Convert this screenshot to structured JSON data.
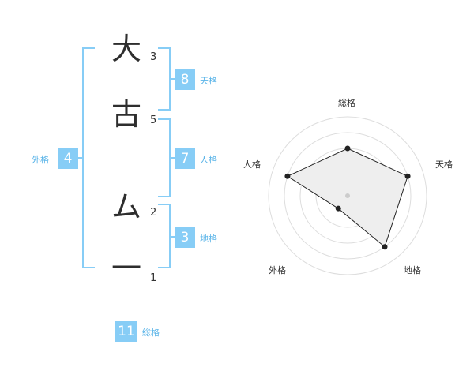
{
  "characters": [
    {
      "char": "大",
      "strokes": "3"
    },
    {
      "char": "古",
      "strokes": "5"
    },
    {
      "char": "ム",
      "strokes": "2"
    },
    {
      "char": "一",
      "strokes": "1"
    }
  ],
  "fortunes": {
    "tenkaku": {
      "value": "8",
      "label": "天格"
    },
    "jinkaku": {
      "value": "7",
      "label": "人格"
    },
    "chikaku": {
      "value": "3",
      "label": "地格"
    },
    "gaikaku": {
      "value": "4",
      "label": "外格"
    },
    "soukaku": {
      "value": "11",
      "label": "総格"
    }
  },
  "radar": {
    "axes": [
      "総格",
      "天格",
      "地格",
      "外格",
      "人格"
    ],
    "values": [
      3,
      4,
      4,
      1,
      4
    ],
    "max": 5,
    "ring_color": "#dddddd",
    "fill_color": "#eeeeee",
    "line_color": "#222222"
  },
  "colors": {
    "accent": "#87cdf6",
    "label": "#5ab4e8"
  }
}
